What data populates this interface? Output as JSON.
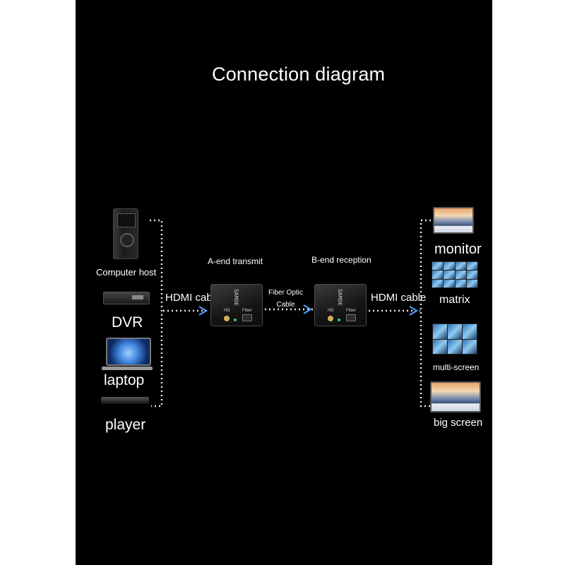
{
  "title": "Connection diagram",
  "sources": {
    "computer_host": "Computer host",
    "dvr": "DVR",
    "laptop": "laptop",
    "player": "player"
  },
  "transmitter": {
    "label": "A-end transmit",
    "brand": "SAMDE     ",
    "port_hd": "HD",
    "port_fiber": "Fiber"
  },
  "receiver": {
    "label": "B-end reception",
    "brand": "SAMDE     ",
    "port_hd": "HD",
    "port_fiber": "Fiber"
  },
  "links": {
    "left_cable": "HDMI cable",
    "fiber_line1": "Fiber Optic",
    "fiber_line2": "Cable",
    "right_cable": "HDMI cable"
  },
  "destinations": {
    "monitor": "monitor",
    "matrix": "matrix",
    "multi_screen": "multi-screen",
    "big_screen": "big screen"
  },
  "colors": {
    "background": "#000000",
    "page": "#ffffff",
    "text": "#ffffff",
    "dotted_line": "#e6e6e6",
    "flow_arrow": "#4da3ff"
  }
}
